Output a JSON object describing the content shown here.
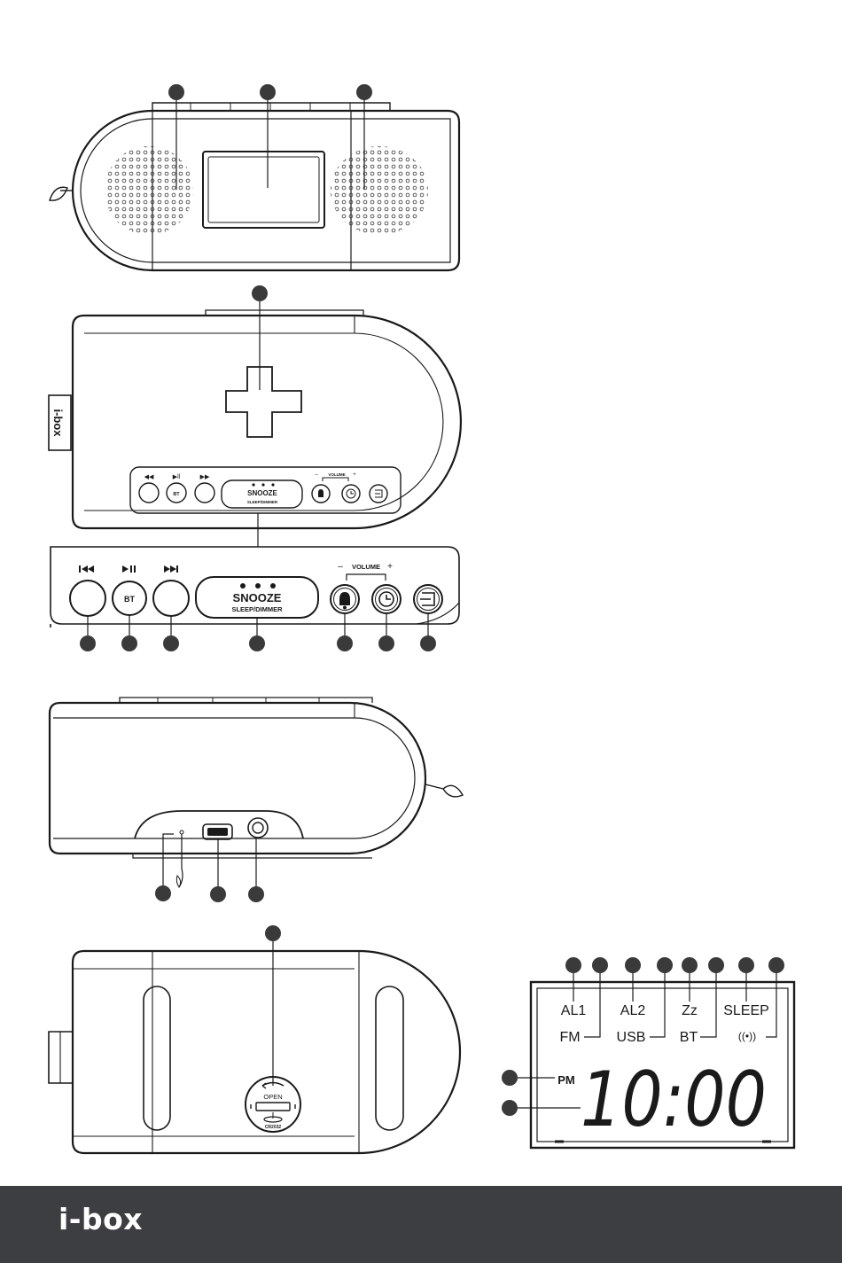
{
  "device_brand": "i-box",
  "buttons": {
    "prev_icon": "previous-track-icon",
    "play_icon": "play-pause-icon",
    "next_icon": "next-track-icon",
    "bt_label": "BT",
    "snooze_label": "SNOOZE",
    "sleep_dimmer_label": "SLEEP/DIMMER",
    "volume_label": "VOLUME",
    "volume_minus": "–",
    "volume_plus": "+",
    "alarm_icon": "bell-icon",
    "clock_icon": "clock-icon",
    "source_icon": "source-input-icon"
  },
  "battery": {
    "open_label": "OPEN",
    "cell_label": "CR2032"
  },
  "lcd": {
    "al1": "AL1",
    "al2": "AL2",
    "zz": "Zz",
    "sleep": "SLEEP",
    "fm": "FM",
    "usb": "USB",
    "bt": "BT",
    "wireless": "((•))",
    "pm": "PM",
    "time": "10:00"
  },
  "footer": {
    "logo": "i-box"
  },
  "colors": {
    "line": "#1a1a1a",
    "marker": "#3a3a3a",
    "footer_bg": "#3d3e42",
    "footer_text": "#ffffff"
  }
}
